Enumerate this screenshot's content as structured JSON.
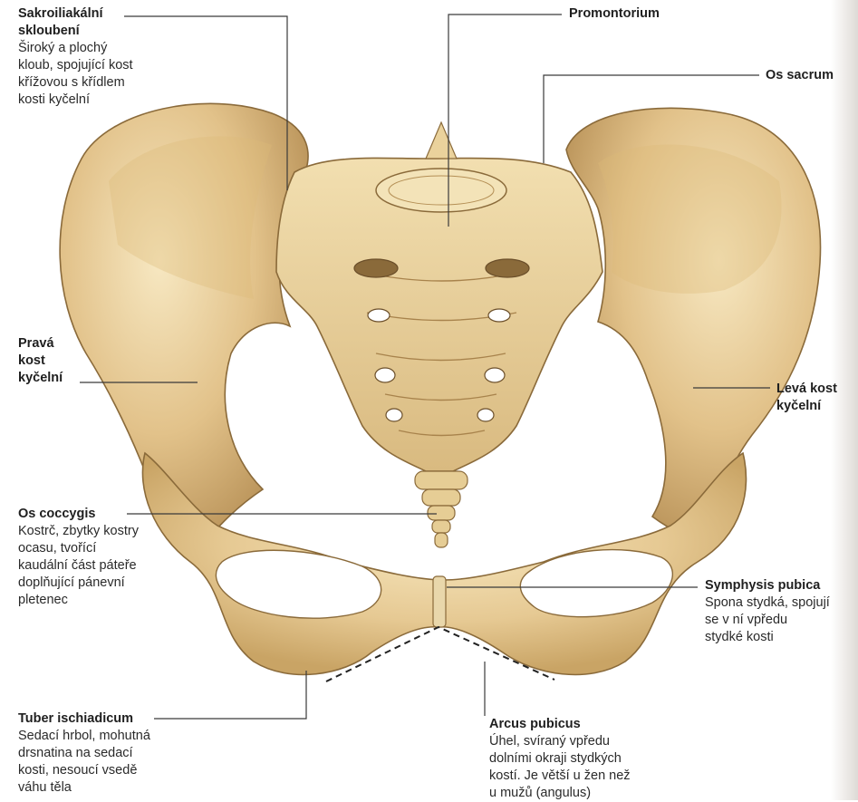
{
  "labels": {
    "sacroiliac": {
      "title_lines": [
        "Sakroiliakální",
        "skloubení"
      ],
      "desc_lines": [
        "Široký a plochý",
        "kloub, spojující kost",
        "křížovou s křídlem",
        "kosti kyčelní"
      ]
    },
    "promontorium": {
      "title_lines": [
        "Promontorium"
      ]
    },
    "os_sacrum": {
      "title_lines": [
        "Os sacrum"
      ]
    },
    "prava_kost": {
      "title_lines": [
        "Pravá",
        "kost",
        "kyčelní"
      ]
    },
    "leva_kost": {
      "title_lines": [
        "Levá kost",
        "kyčelní"
      ]
    },
    "os_coccygis": {
      "title_lines": [
        "Os coccygis"
      ],
      "desc_lines": [
        "Kostrč, zbytky kostry",
        "ocasu, tvořící",
        "kaudální část páteře",
        "doplňující pánevní",
        "pletenec"
      ]
    },
    "symphysis": {
      "title_lines": [
        "Symphysis pubica"
      ],
      "desc_lines": [
        "Spona stydká, spojují",
        "se v ní vpředu",
        "stydké kosti"
      ]
    },
    "tuber": {
      "title_lines": [
        "Tuber ischiadicum"
      ],
      "desc_lines": [
        "Sedací hrbol, mohutná",
        "drsnatina na sedací",
        "kosti, nesoucí vsedě",
        "váhu těla"
      ]
    },
    "arcus": {
      "title_lines": [
        "Arcus pubicus"
      ],
      "desc_lines": [
        "Úhel, svíraný vpředu",
        "dolními okraji stydkých",
        "kostí. Je větší u žen než",
        "u mužů (angulus)"
      ]
    }
  },
  "colors": {
    "bone_light": "#f1dcaa",
    "bone_mid": "#d9b779",
    "bone_dark": "#a8834c",
    "bone_outline": "#8a6a3a",
    "leader_line": "#3a3a3a"
  }
}
